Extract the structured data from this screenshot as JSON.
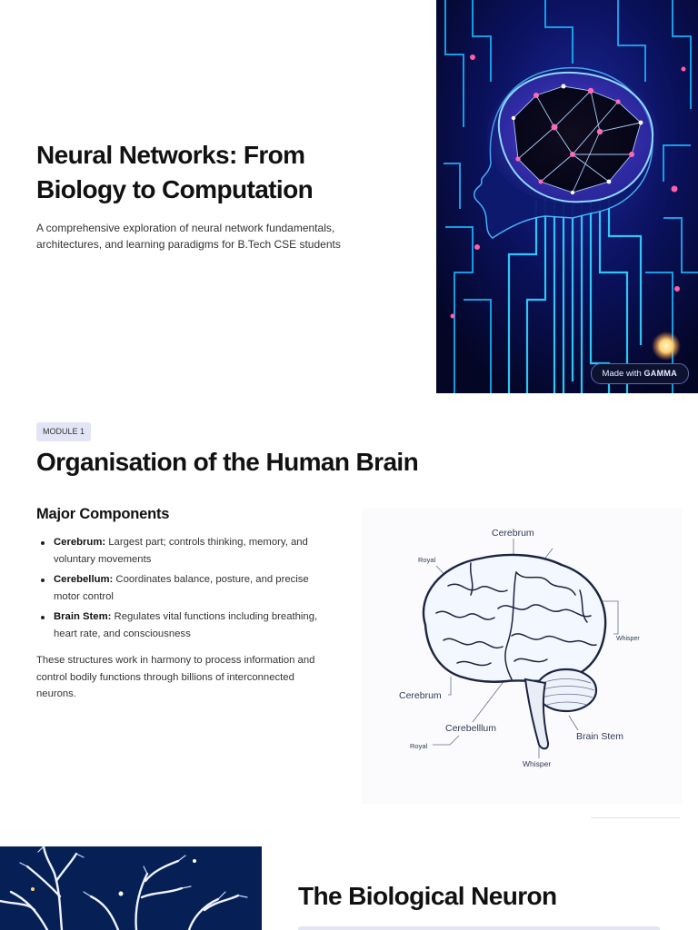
{
  "hero": {
    "title_line1": "Neural Networks: From",
    "title_line2": "Biology to Computation",
    "subtitle_line1": "A comprehensive exploration of neural network fundamentals,",
    "subtitle_line2": "architectures, and learning paradigms for B.Tech CSE students",
    "badge_prefix": "Made with",
    "badge_brand": "GAMMA"
  },
  "module": {
    "badge": "MODULE 1",
    "title": "Organisation of the Human Brain",
    "section_heading": "Major Components",
    "bullets": [
      {
        "term": "Cerebrum:",
        "text": " Largest part; controls thinking, memory, and voluntary movements"
      },
      {
        "term": "Cerebellum:",
        "text": " Coordinates balance, posture, and precise motor control"
      },
      {
        "term": "Brain Stem:",
        "text": " Regulates vital functions including breathing, heart rate, and consciousness"
      }
    ],
    "paragraph": "These structures work in harmony to process information and control bodily functions through billions of interconnected neurons."
  },
  "brain_diagram": {
    "labels": {
      "top": "Cerebrum",
      "royal_top": "Royal",
      "whisper_right": "Whisper",
      "left": "Cerebrum",
      "cerebellum": "Cerebelllum",
      "brain_stem": "Brain Stem",
      "royal_bottom": "Royal",
      "whisper_bottom": "Whisper"
    }
  },
  "neuron_section": {
    "title": "The Biological Neuron"
  },
  "colors": {
    "module_badge_bg": "#e3e5f6",
    "hero_image_bg": "#060a2e",
    "neuron_image_bg": "#062055"
  }
}
